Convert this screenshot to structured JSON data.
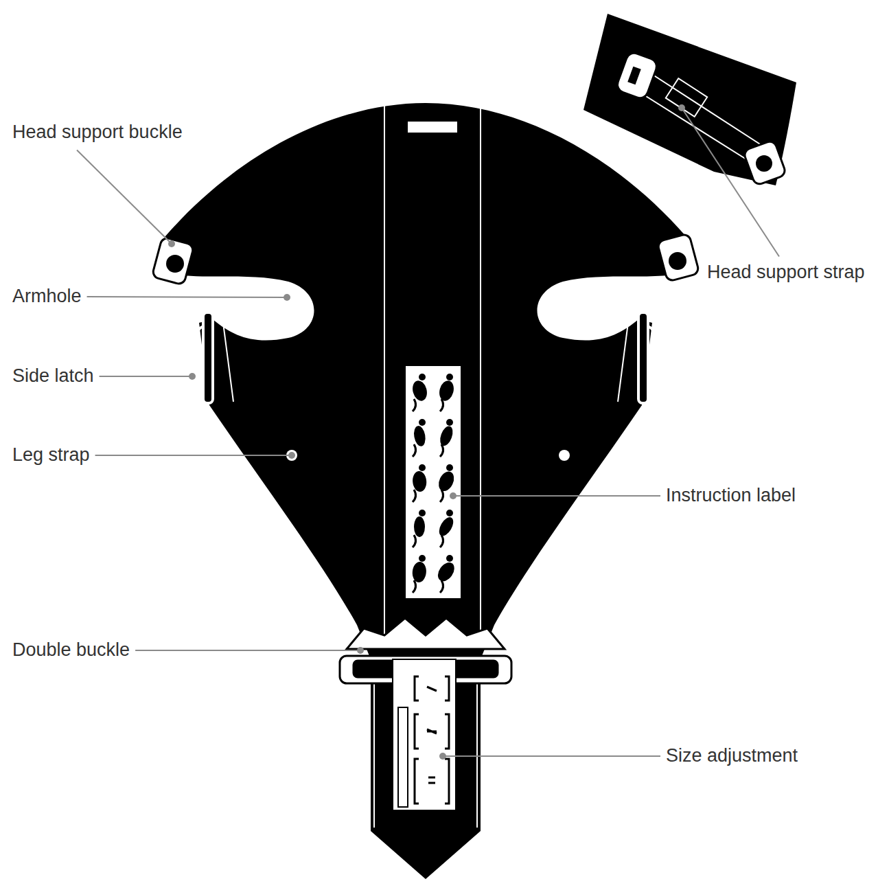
{
  "diagram": {
    "labels": [
      "Head support buckle",
      "Armhole",
      "Side latch",
      "Leg strap",
      "Double buckle",
      "Head support strap",
      "Instruction label",
      "Size adjustment"
    ]
  }
}
